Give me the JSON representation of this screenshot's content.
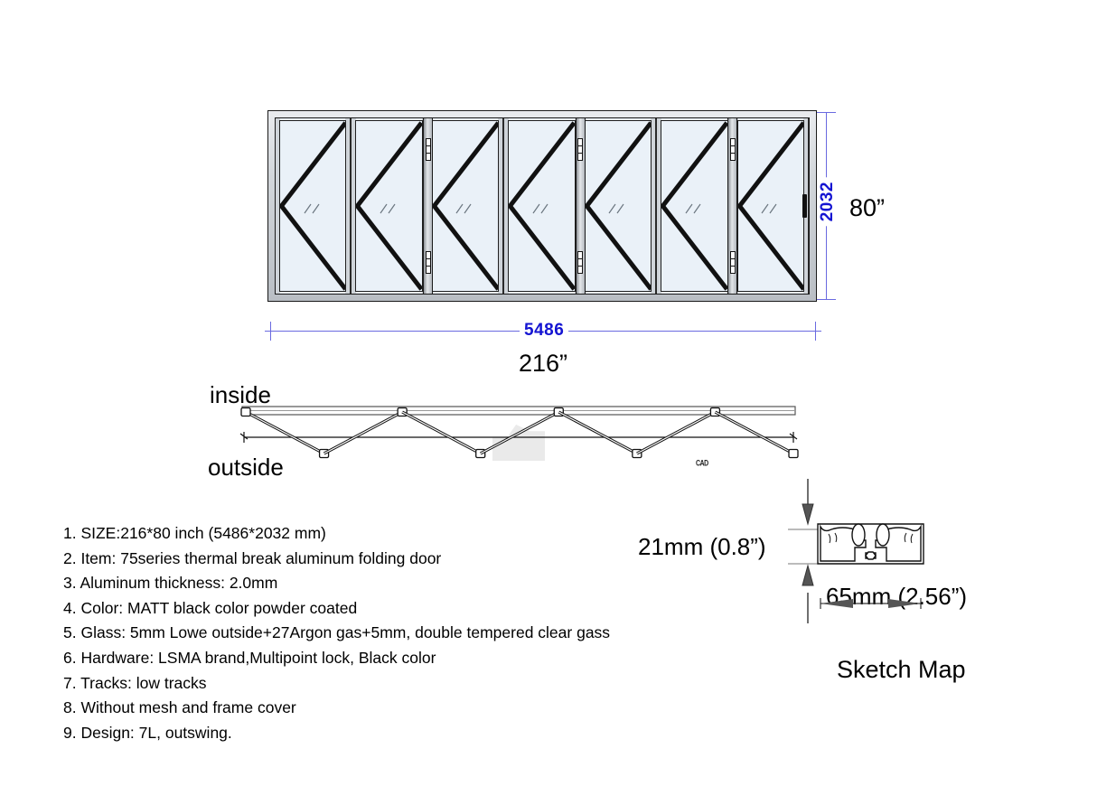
{
  "elevation": {
    "panel_count": 7,
    "width_mm": "5486",
    "width_inch": "216”",
    "height_mm": "2032",
    "height_inch": "80”"
  },
  "plan_view": {
    "inside_label": "inside",
    "outside_label": "outside",
    "hinge_pairs": 3,
    "note_mark": "CAD"
  },
  "spec": {
    "items": [
      "1. SIZE:216*80 inch (5486*2032 mm)",
      "2. Item: 75series thermal break aluminum folding door",
      "3. Aluminum thickness: 2.0mm",
      "4. Color: MATT black color powder coated",
      "5. Glass: 5mm Lowe outside+27Argon gas+5mm, double tempered clear gass",
      "6. Hardware: LSMA brand,Multipoint lock, Black color",
      "7. Tracks: low tracks",
      "8. Without mesh and frame cover",
      "9. Design: 7L, outswing."
    ]
  },
  "sketch_map": {
    "title": "Sketch Map",
    "height_label": "21mm (0.8”)",
    "width_label": "65mm (2.56”)"
  },
  "colors": {
    "dimension": "#1414d2",
    "dimension_line": "#6a6ae0",
    "glass": "#eaf1f8",
    "frame": "#c9cdd2",
    "ink": "#111111"
  }
}
